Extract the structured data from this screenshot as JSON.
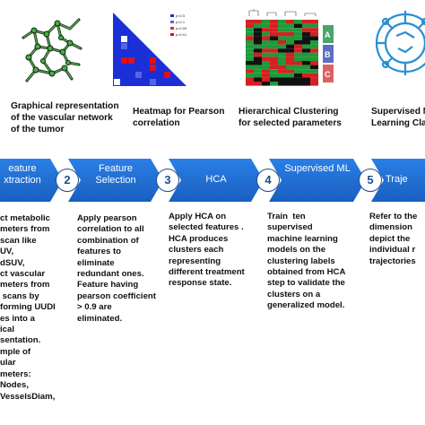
{
  "captions": {
    "graph": "Graphical representation\nof the vascular network\nof the tumor",
    "heatmap": "Heatmap for Pearson\ncorrelation",
    "clustering": "Hierarchical Clustering\nfor selected parameters",
    "ml": "Supervised Mac\nLearning Classi"
  },
  "steps": [
    {
      "number": "",
      "label": "eature\nxtraction"
    },
    {
      "number": "2",
      "label": "Feature\nSelection"
    },
    {
      "number": "3",
      "label": "HCA"
    },
    {
      "number": "4",
      "label": "Supervised\nML"
    },
    {
      "number": "5",
      "label": "Traje"
    }
  ],
  "descriptions": {
    "step1": "ct metabolic\nmeters from\nscan like\nUV,\ndSUV,\nct vascular\nmeters from\n scans by\nforming UUDI\nes into a\nical\nsentation.\nmple of\nular\nmeters:\nNodes,\nVesselsDiam,",
    "step2": "Apply pearson\ncorrelation to all\ncombination of\nfeatures to\neliminate\nredundant ones.\nFeature having\npearson coefficient\n> 0.9 are\neliminated.",
    "step3": "Apply HCA on\nselected features .\nHCA produces\nclusters each\nrepresenting\ndifferent treatment\nresponse state.",
    "step4": "Train  ten\nsupervised\nmachine learning\nmodels on the\nclustering labels\nobtained from HCA\nstep to validate the\nclusters on a\ngeneralized model.",
    "step5": "Refer to the\ndimension\ndepict the\nindividual r\ntrajectories"
  },
  "heatmap_legend": [
    "p<0.5",
    "p<0.1",
    "p<0.05",
    "p<0.01"
  ],
  "cluster_letters": [
    "A",
    "B",
    "C"
  ],
  "colors": {
    "arrow": "#1f6fd1",
    "arrow_dark": "#1d4f8c",
    "heat_blue": "#1a2fd6",
    "heat_red": "#e0101a",
    "ai_line": "#2a8fd1"
  }
}
